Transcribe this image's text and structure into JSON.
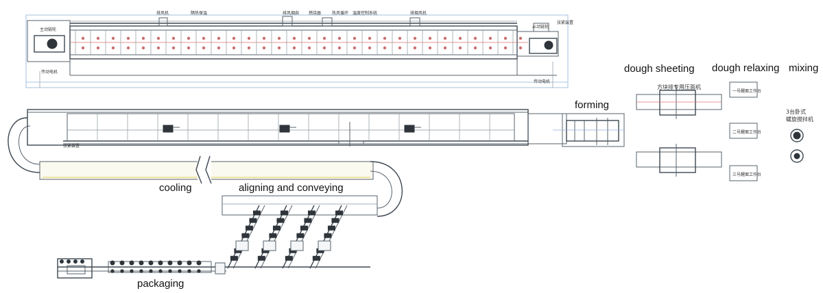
{
  "stages": {
    "dough_sheeting": "dough sheeting",
    "dough_relaxing": "dough relaxing",
    "mixing": "mixing",
    "forming": "forming",
    "cooling": "cooling",
    "aligning": "aligning and conveying",
    "packaging": "packaging"
  },
  "annotations": {
    "sheeter_title": "方块排专用压面机",
    "relax_box_1": "一号醒面工作台",
    "relax_box_2": "二号醒面工作台",
    "relax_box_3": "三号醒面工作台",
    "mixer": "3台卧式\n螺旋搅拌机",
    "oven_1": "排风机",
    "oven_2": "隔热保温",
    "oven_3": "排风烟囱",
    "oven_4": "燃烧器",
    "oven_5": "热风循环",
    "oven_6": "温度控制系统",
    "oven_7": "排烟风机",
    "left_1": "主动链轮",
    "left_2": "传动电机",
    "left_3": "张紧装置",
    "right_1": "从动链轮",
    "right_2": "张紧装置",
    "right_3": "传动电机"
  },
  "colors": {
    "line": "#55606a",
    "blue_guide": "#8fb0d8",
    "red_guide": "#e07070",
    "yellow_belt": "#f0e6a0"
  }
}
